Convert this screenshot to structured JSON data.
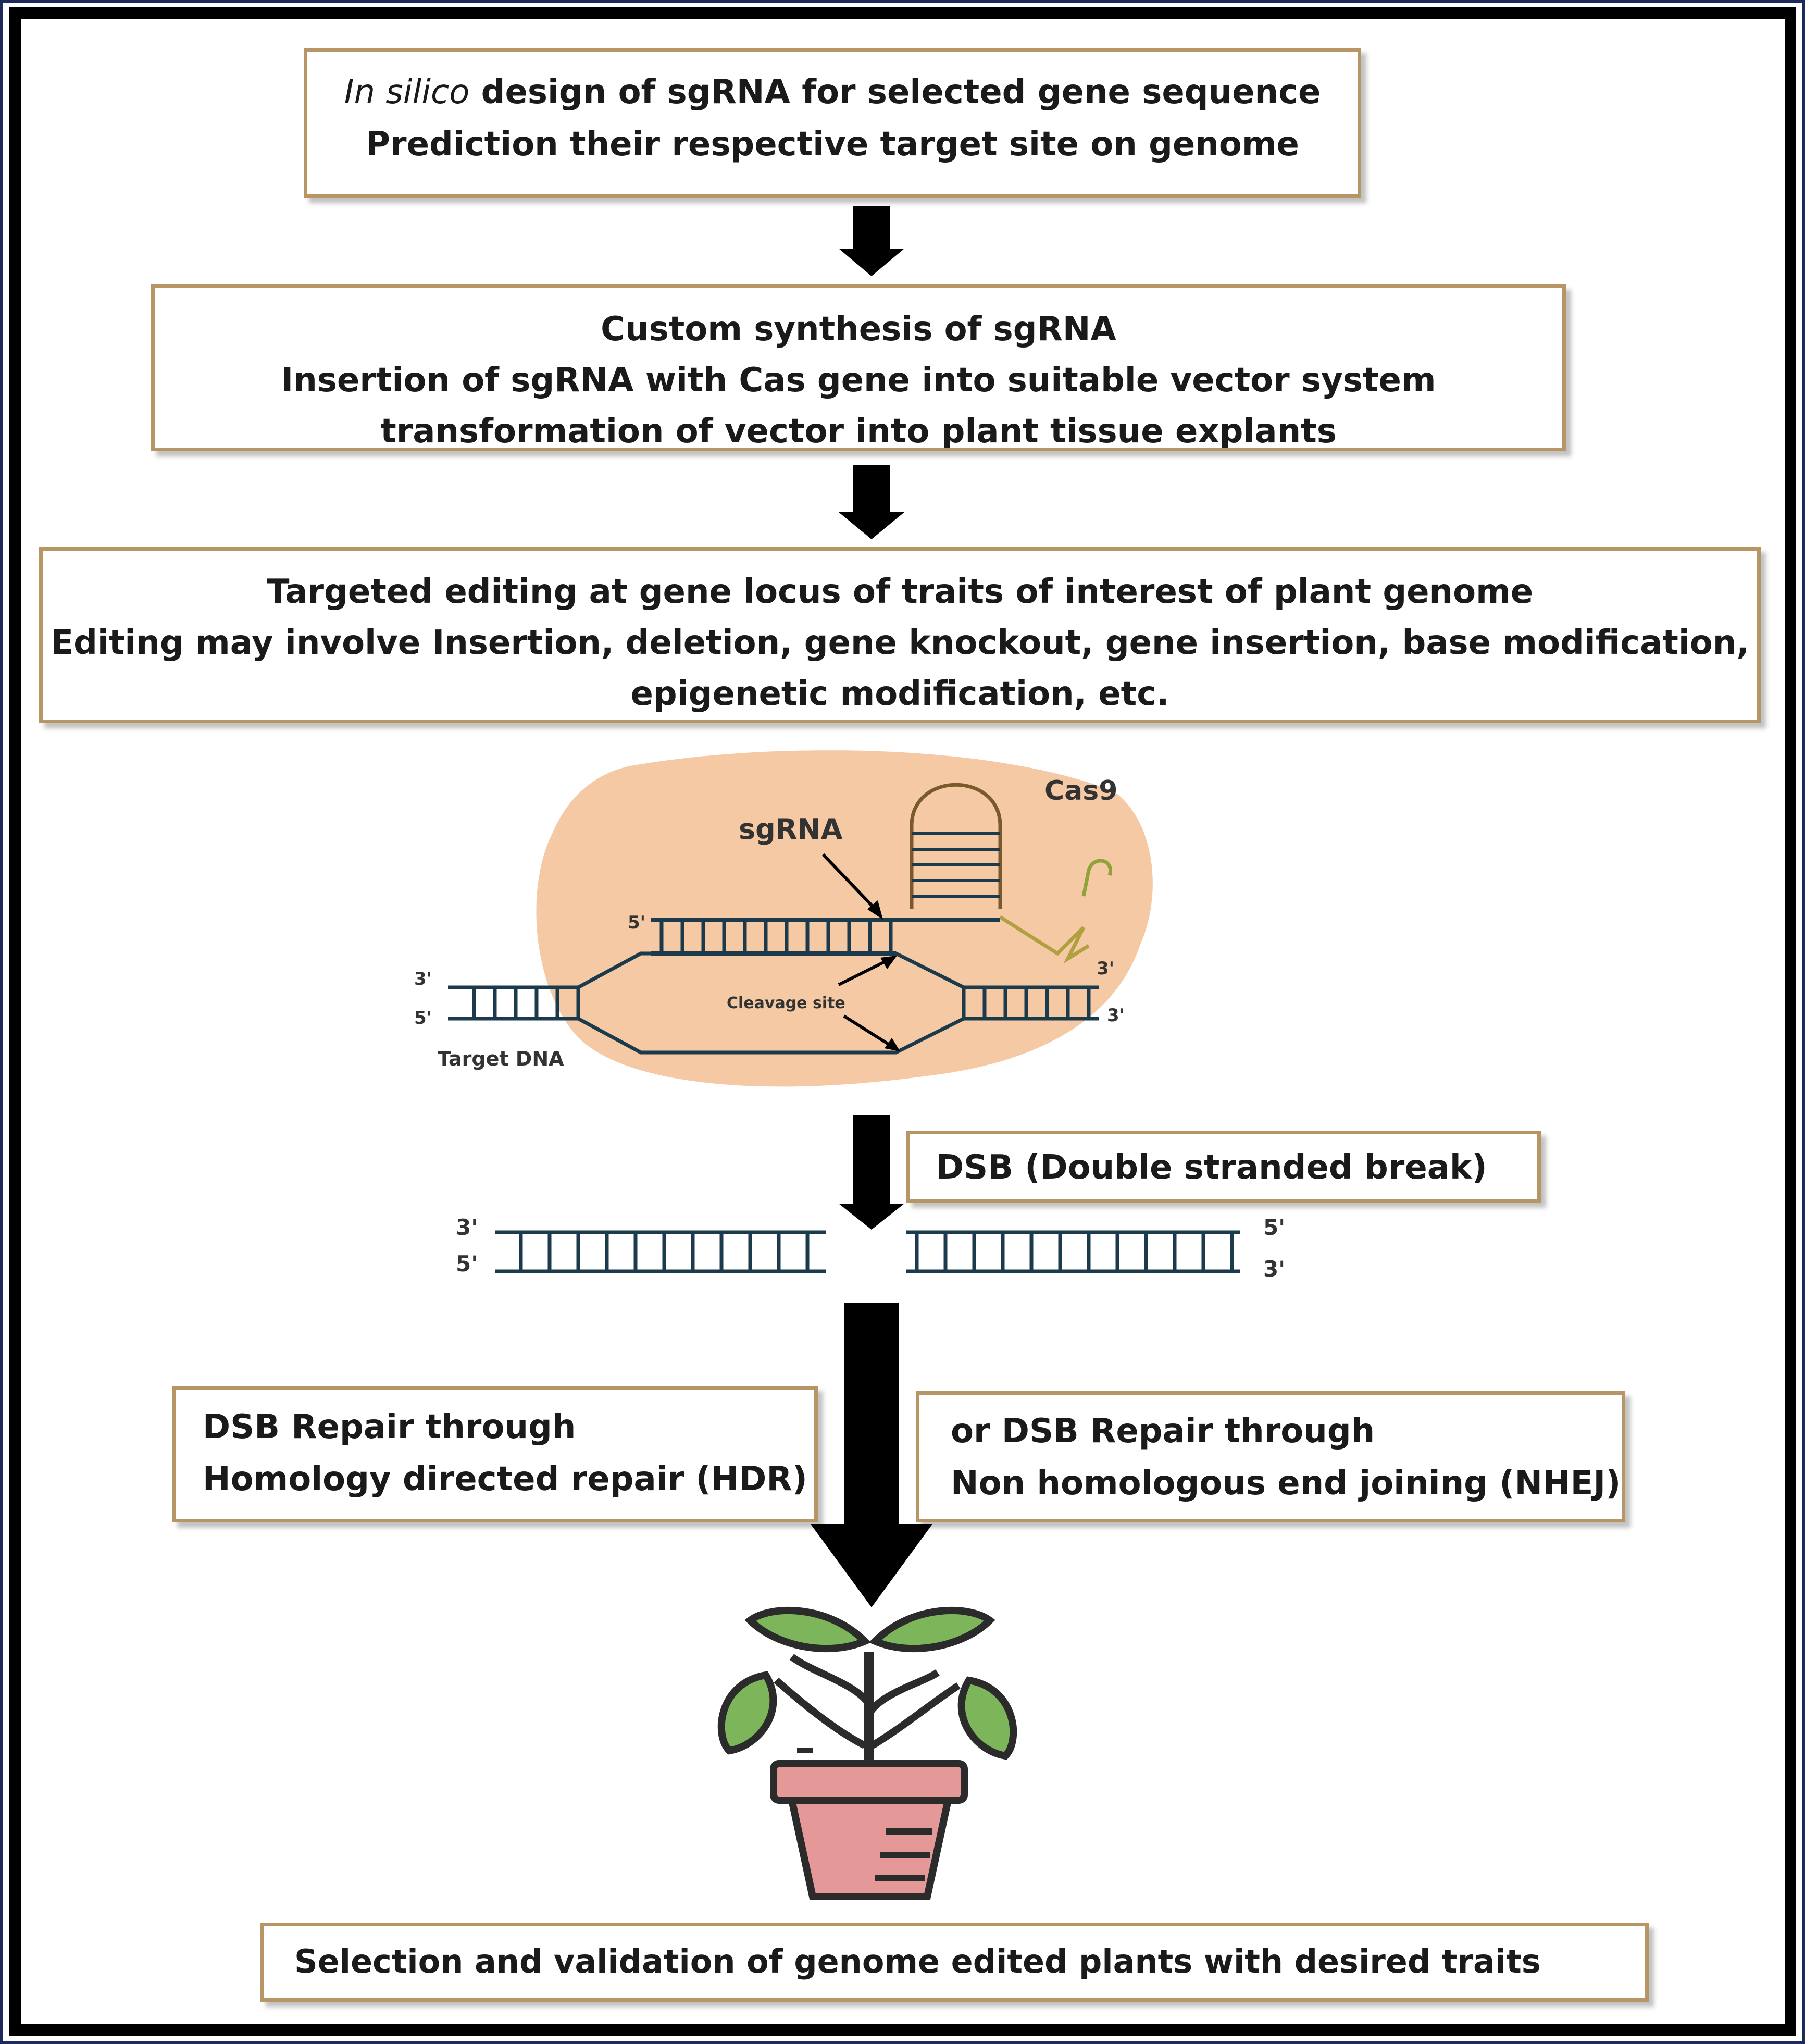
{
  "steps": {
    "design": {
      "line1_italic": "In silico",
      "line1_rest": " design of sgRNA for selected gene sequence",
      "line2": "Prediction their respective target site on genome"
    },
    "synthesis": {
      "line1": "Custom synthesis of sgRNA",
      "line2": "Insertion of sgRNA with Cas gene into suitable vector system",
      "line3": "transformation of vector into plant tissue explants"
    },
    "editing": {
      "line1": "Targeted editing at gene locus of traits of interest of plant genome",
      "line2": "Editing may involve Insertion, deletion, gene knockout, gene insertion, base modification,",
      "line3": "epigenetic modification, etc."
    },
    "dsb": {
      "label": "DSB (Double stranded break)"
    },
    "hdr": {
      "line1": "DSB Repair through",
      "line2": "Homology directed repair (HDR)"
    },
    "nhej": {
      "line1": "or DSB Repair through",
      "line2": "Non homologous end joining (NHEJ)"
    },
    "selection": {
      "label": "Selection and validation of genome edited plants with desired traits"
    }
  },
  "cas9_illustration": {
    "cas9_label": "Cas9",
    "sgrna_label": "sgRNA",
    "cleavage_label": "Cleavage site",
    "target_label": "Target DNA",
    "five_prime": "5'",
    "three_prime": "3'"
  },
  "dsb_strands": {
    "five_prime": "5'",
    "three_prime": "3'"
  },
  "colors": {
    "box_border": "#b79565",
    "blob_fill": "#f6c9a5",
    "dna_stroke": "#1b3a4b",
    "leaf_green": "#6aa84f",
    "pot_pink": "#e59898",
    "arrow": "#000000"
  },
  "icons": [
    "down-arrow-icon",
    "potted-plant-icon"
  ]
}
